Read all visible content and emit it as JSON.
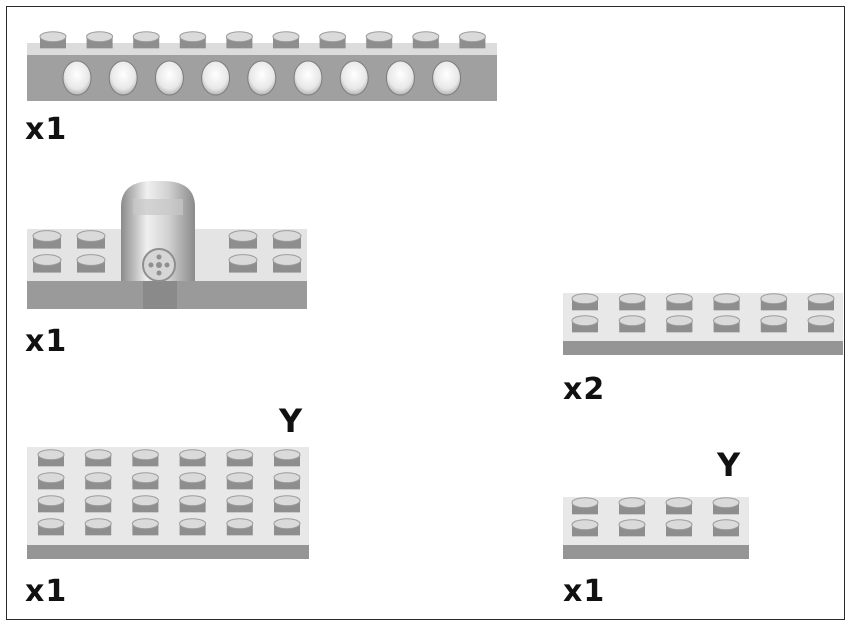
{
  "parts": [
    {
      "id": "technic-brick-1x10",
      "quantity": "x1"
    },
    {
      "id": "plate-with-axle-bearing",
      "quantity": "x1"
    },
    {
      "id": "plate-2x6",
      "quantity": "x2"
    },
    {
      "id": "plate-4x6",
      "quantity": "x1",
      "mark": "Y"
    },
    {
      "id": "plate-2x4",
      "quantity": "x1",
      "mark": "Y"
    }
  ],
  "colors": {
    "brick_top": "#e2e2e2",
    "brick_side": "#9a9a9a",
    "stud": "#d9d9d9",
    "plate_body": "#e6e6e6",
    "plate_edge": "#969696"
  }
}
